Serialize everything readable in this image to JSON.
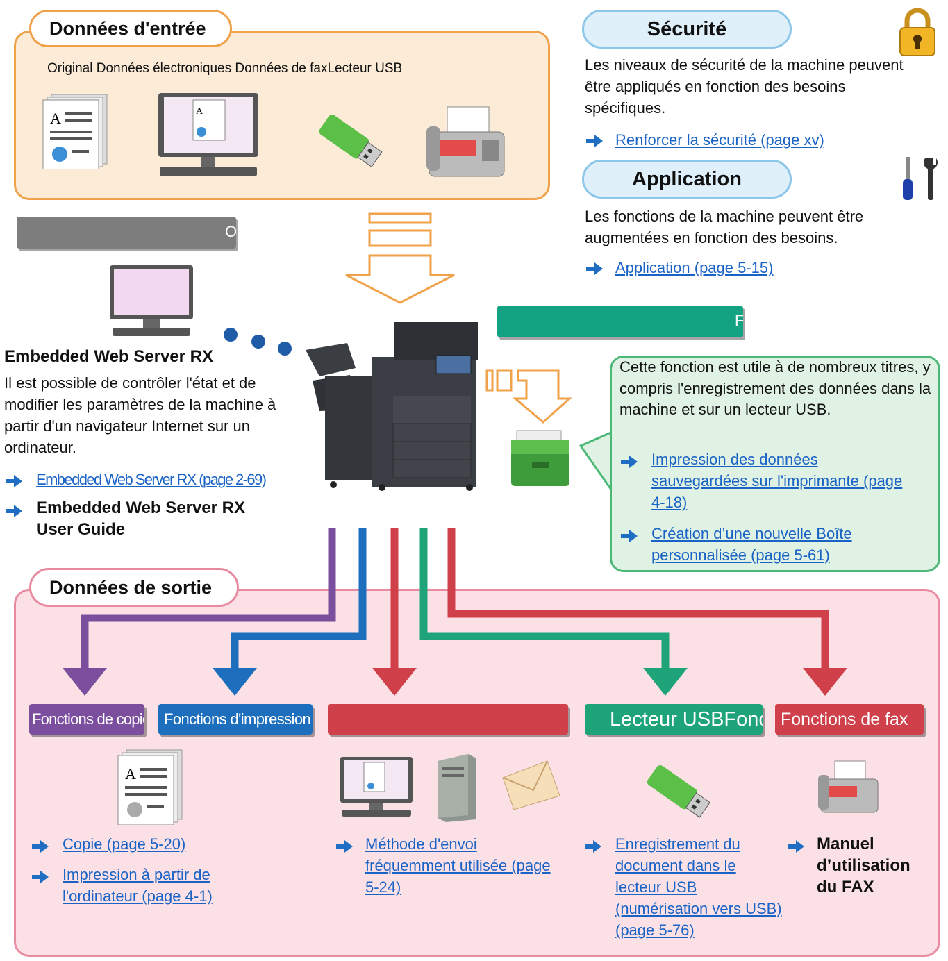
{
  "input": {
    "title": "Données d'entrée",
    "items": "Original Données électroniques Données de faxLecteur USB"
  },
  "pc_bar": {
    "text": "O                       e PC"
  },
  "security": {
    "title": "Sécurité",
    "text": "Les niveaux de sécurité de la machine peuvent être appliqués en fonction des besoins spécifiques.",
    "link": "Renforcer la sécurité (page xv)"
  },
  "application": {
    "title": "Application",
    "text": "Les fonctions de la machine peuvent être augmentées en fonction des besoins.",
    "link": "Application (page 5-15)"
  },
  "box_bar": {
    "text": "F"
  },
  "box_bubble": {
    "text": "Cette fonction est utile à de nombreux titres, y compris l'enregistrement des données dans la machine et sur un lecteur USB.",
    "link1": "Impression des données sauvegardées sur l'imprimante (page 4-18)",
    "link2": "Création d’une nouvelle Boîte personnalisée (page 5-61)"
  },
  "ews": {
    "title": "Embedded Web Server RX",
    "text": "Il est possible de contrôler l'état et de modifier les paramètres de la machine à partir d'un navigateur Internet sur un ordinateur.",
    "link": "Embedded Web Server RX (page 2-69)",
    "guide": "Embedded Web Server RX User Guide"
  },
  "output": {
    "title": "Données de sortie",
    "tabs": {
      "copy": "Fonctions de copie",
      "print": "Fonctions d'impression",
      "send": "",
      "usb": "Lecteur USBFonctions d'envoi",
      "fax": "Fonctions de fax"
    },
    "links": {
      "copy": "Copie (page 5-20)",
      "print": "Impression à partir de l'ordinateur (page 4-1)",
      "send": "Méthode d'envoi fréquemment utilisée (page 5-24)",
      "usb": "Enregistrement du document dans le lecteur USB (numérisation vers USB) (page 5-76)",
      "fax_manual": "Manuel d’utilisation du FAX"
    }
  },
  "colors": {
    "copy": "#7b4f9e",
    "print": "#1d6fbd",
    "send": "#d0404a",
    "usb": "#1fa47a",
    "fax": "#d0404a",
    "teal_bar": "#13a382",
    "link": "#1a63c6",
    "arrow_icon": "#1f6ec4"
  }
}
